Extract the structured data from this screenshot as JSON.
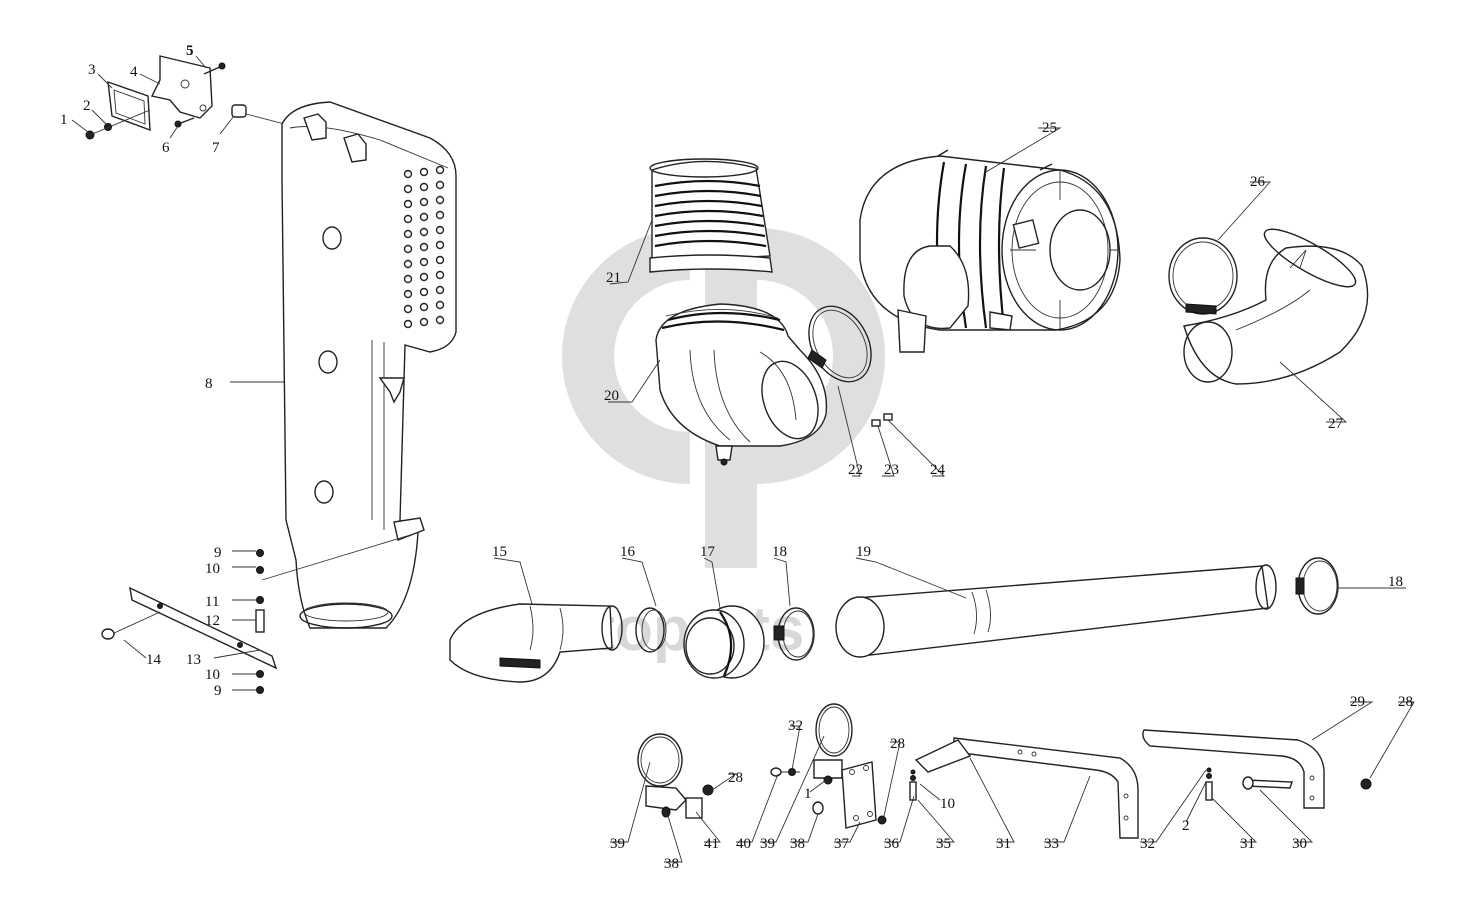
{
  "watermark": {
    "text": "datoparts",
    "color": "#9a9a9a"
  },
  "part_labels": [
    "1",
    "2",
    "3",
    "4",
    "5",
    "6",
    "7",
    "8",
    "9",
    "10",
    "11",
    "12",
    "13",
    "14",
    "10",
    "9",
    "15",
    "16",
    "17",
    "18",
    "19",
    "18",
    "20",
    "21",
    "22",
    "23",
    "24",
    "25",
    "26",
    "27",
    "28",
    "28",
    "28",
    "29",
    "30",
    "31",
    "31",
    "32",
    "32",
    "33",
    "35",
    "36",
    "37",
    "38",
    "38",
    "39",
    "39",
    "40",
    "41",
    "10",
    "2",
    "1"
  ]
}
